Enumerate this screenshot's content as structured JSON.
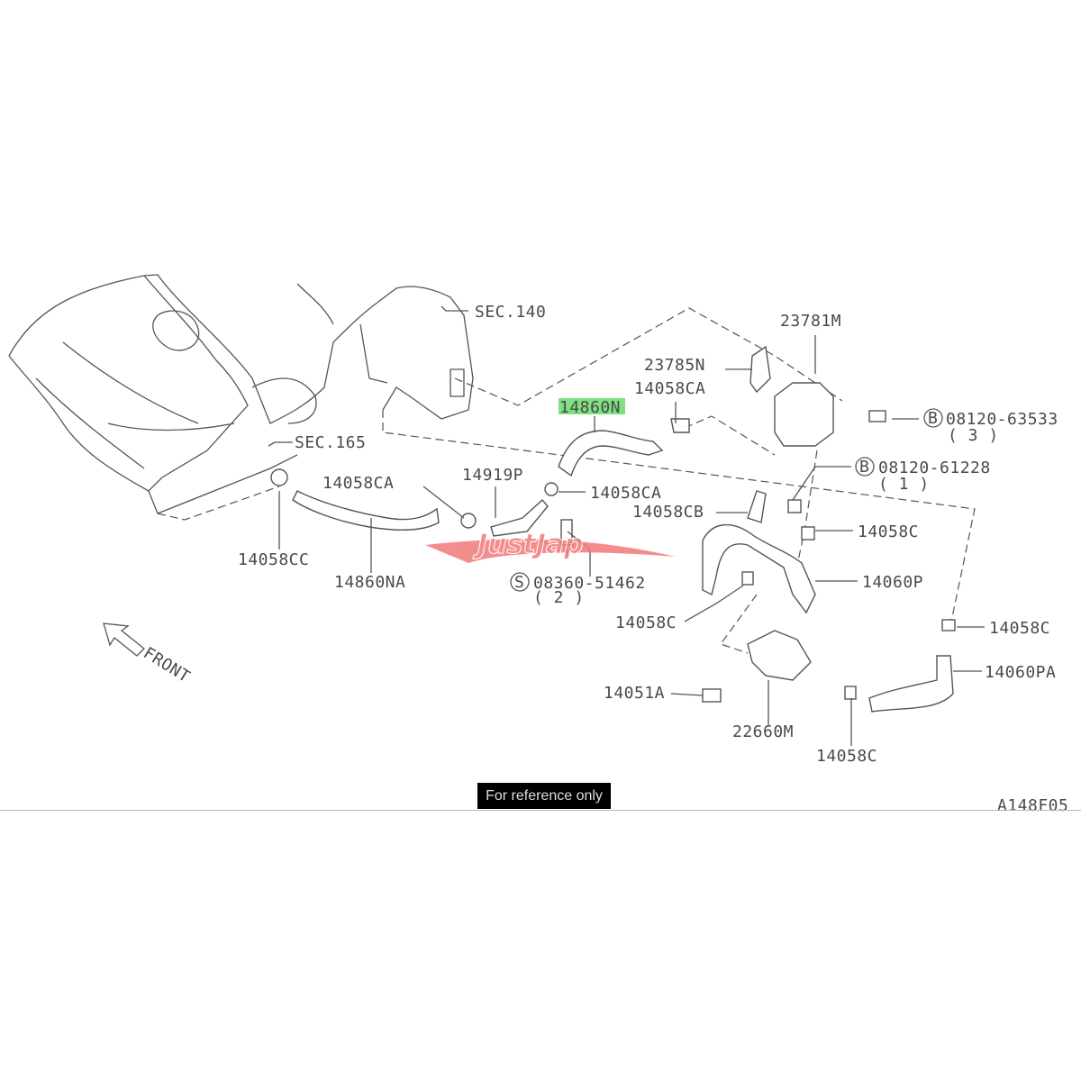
{
  "diagram": {
    "labels": {
      "sec140": "SEC.140",
      "sec165": "SEC.165",
      "p23781M": "23781M",
      "p23785N": "23785N",
      "p14058CA_top": "14058CA",
      "p14860N": "14860N",
      "b63533": "08120-63533",
      "b63533_qty": "( 3 )",
      "b61228": "08120-61228",
      "b61228_qty": "( 1 )",
      "p14058CA_left": "14058CA",
      "p14919P": "14919P",
      "p14058CA_mid": "14058CA",
      "p14058CB": "14058CB",
      "p14058C_right": "14058C",
      "p14058CC": "14058CC",
      "p14860NA": "14860NA",
      "s51462": "08360-51462",
      "s51462_qty": "( 2 )",
      "p14060P": "14060P",
      "p14058C_mid": "14058C",
      "p14058C_far": "14058C",
      "p14060PA": "14060PA",
      "p14051A": "14051A",
      "p22660M": "22660M",
      "p14058C_bottom": "14058C",
      "front": "FRONT",
      "diagram_code": "A148F05",
      "bolt_symbol": "B",
      "screw_symbol": "S"
    },
    "highlighted_part": "14860N",
    "highlight_color": "#7ee07e",
    "watermark": "JustJap",
    "watermark_color": "#f27a7a",
    "reference_note": "For reference only"
  }
}
